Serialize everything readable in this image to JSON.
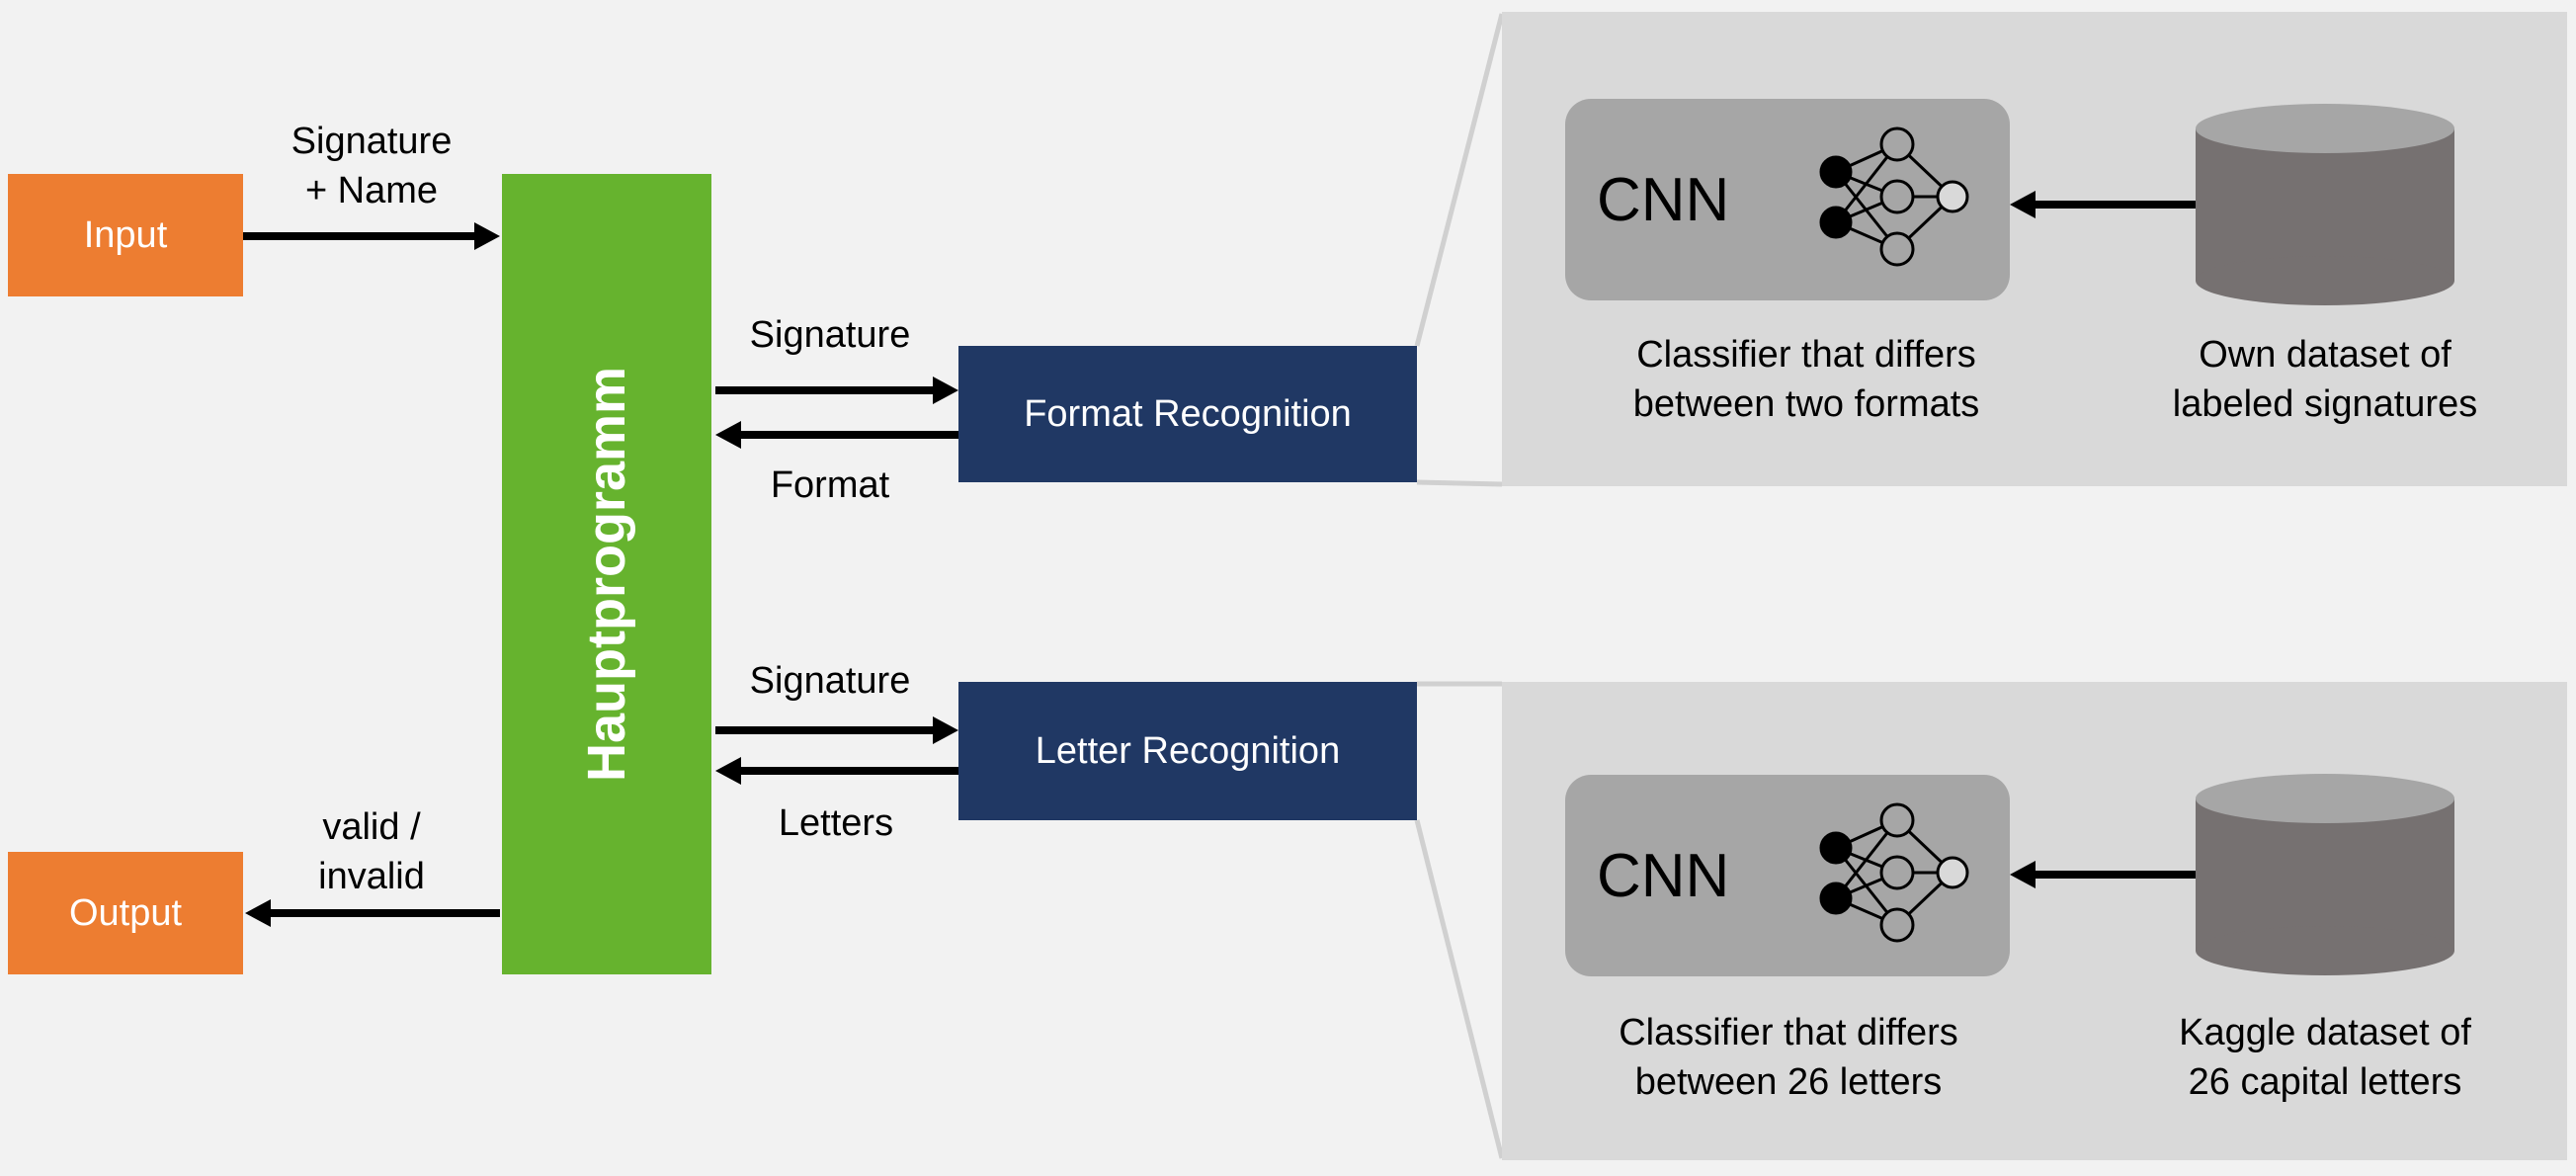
{
  "nodes": {
    "input": "Input",
    "output": "Output",
    "main_program": "Hauptprogramm",
    "format_recognition": "Format Recognition",
    "letter_recognition": "Letter Recognition"
  },
  "edges": {
    "input_to_main_line1": "Signature",
    "input_to_main_line2": "+ Name",
    "to_format": "Signature",
    "from_format": "Format",
    "to_letter": "Signature",
    "from_letter": "Letters",
    "to_output_line1": "valid /",
    "to_output_line2": "invalid"
  },
  "format_panel": {
    "model_label": "CNN",
    "classifier_line1": "Classifier that differs",
    "classifier_line2": "between two formats",
    "dataset_line1": "Own dataset of",
    "dataset_line2": "labeled signatures"
  },
  "letter_panel": {
    "model_label": "CNN",
    "classifier_line1": "Classifier that differs",
    "classifier_line2": "between 26 letters",
    "dataset_line1": "Kaggle dataset of",
    "dataset_line2": "26 capital letters"
  },
  "colors": {
    "io_box": "#ed7d31",
    "main_box": "#66b32e",
    "recognition_box": "#203864",
    "panel": "#d9d9d9",
    "cnn_box": "#a6a6a6",
    "database": "#767171"
  }
}
